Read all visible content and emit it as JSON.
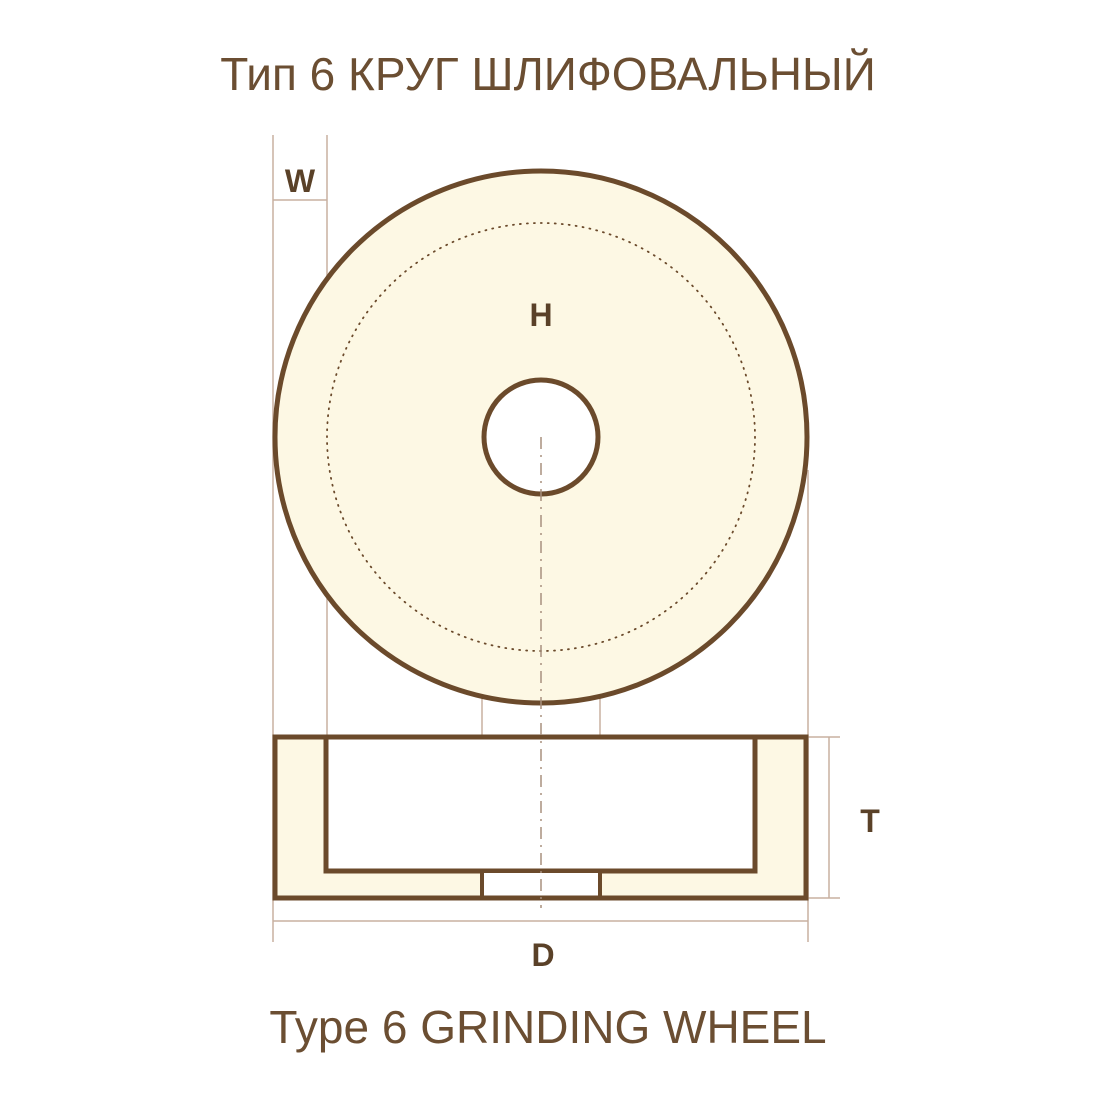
{
  "title_ru": "Тип 6  КРУГ ШЛИФОВАЛЬНЫЙ",
  "title_en": "Type 6  GRINDING WHEEL",
  "dimensions": {
    "w": "W",
    "h": "H",
    "t": "T",
    "d": "D"
  },
  "colors": {
    "outline": "#6b4a2b",
    "fill": "#fdf8e4",
    "dimension_line": "#c8b0a0",
    "text": "#6b4e32"
  }
}
